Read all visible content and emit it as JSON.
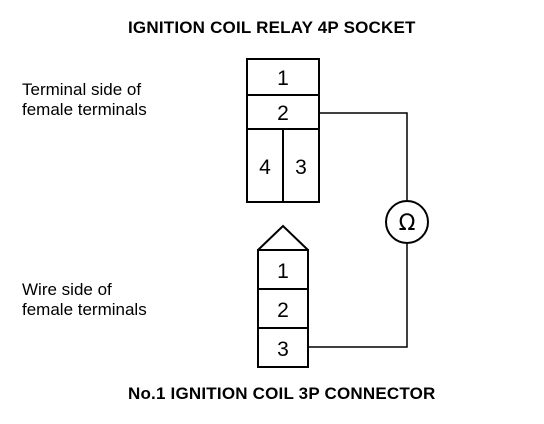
{
  "top_title": "IGNITION COIL RELAY 4P SOCKET",
  "bottom_title": "No.1 IGNITION COIL 3P CONNECTOR",
  "socket_label": [
    "Terminal side of",
    "female terminals"
  ],
  "connector_label": [
    "Wire side of",
    "female terminals"
  ],
  "socket_pins": [
    "1",
    "2",
    "4",
    "3"
  ],
  "connector_pins": [
    "1",
    "2",
    "3"
  ],
  "meter_symbol": "Ω"
}
